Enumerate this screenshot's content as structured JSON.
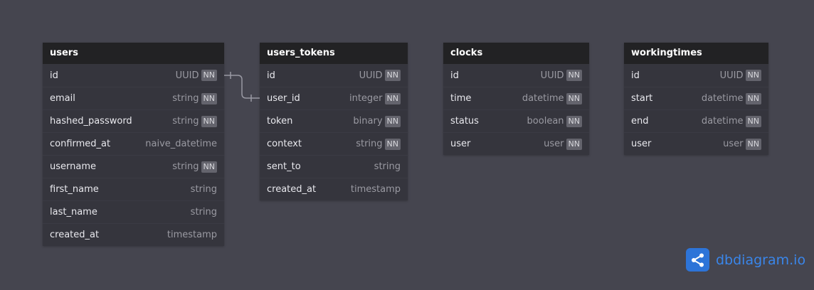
{
  "tables": [
    {
      "name": "users",
      "fields": [
        {
          "name": "id",
          "type": "UUID",
          "nn": true
        },
        {
          "name": "email",
          "type": "string",
          "nn": true
        },
        {
          "name": "hashed_password",
          "type": "string",
          "nn": true
        },
        {
          "name": "confirmed_at",
          "type": "naive_datetime",
          "nn": false
        },
        {
          "name": "username",
          "type": "string",
          "nn": true
        },
        {
          "name": "first_name",
          "type": "string",
          "nn": false
        },
        {
          "name": "last_name",
          "type": "string",
          "nn": false
        },
        {
          "name": "created_at",
          "type": "timestamp",
          "nn": false
        }
      ]
    },
    {
      "name": "users_tokens",
      "fields": [
        {
          "name": "id",
          "type": "UUID",
          "nn": true
        },
        {
          "name": "user_id",
          "type": "integer",
          "nn": true
        },
        {
          "name": "token",
          "type": "binary",
          "nn": true
        },
        {
          "name": "context",
          "type": "string",
          "nn": true
        },
        {
          "name": "sent_to",
          "type": "string",
          "nn": false
        },
        {
          "name": "created_at",
          "type": "timestamp",
          "nn": false
        }
      ]
    },
    {
      "name": "clocks",
      "fields": [
        {
          "name": "id",
          "type": "UUID",
          "nn": true
        },
        {
          "name": "time",
          "type": "datetime",
          "nn": true
        },
        {
          "name": "status",
          "type": "boolean",
          "nn": true
        },
        {
          "name": "user",
          "type": "user",
          "nn": true
        }
      ]
    },
    {
      "name": "workingtimes",
      "fields": [
        {
          "name": "id",
          "type": "UUID",
          "nn": true
        },
        {
          "name": "start",
          "type": "datetime",
          "nn": true
        },
        {
          "name": "end",
          "type": "datetime",
          "nn": true
        },
        {
          "name": "user",
          "type": "user",
          "nn": true
        }
      ]
    }
  ],
  "nn_label": "NN",
  "relationships": [
    {
      "from": "users.id",
      "to": "users_tokens.user_id",
      "cardinality": "one-to-one"
    }
  ],
  "brand": {
    "text": "dbdiagram",
    "suffix": ".io",
    "icon": "share-icon"
  },
  "colors": {
    "background": "#45454f",
    "table_header": "#222224",
    "table_body": "#35353d",
    "brand": "#2d74d8"
  }
}
